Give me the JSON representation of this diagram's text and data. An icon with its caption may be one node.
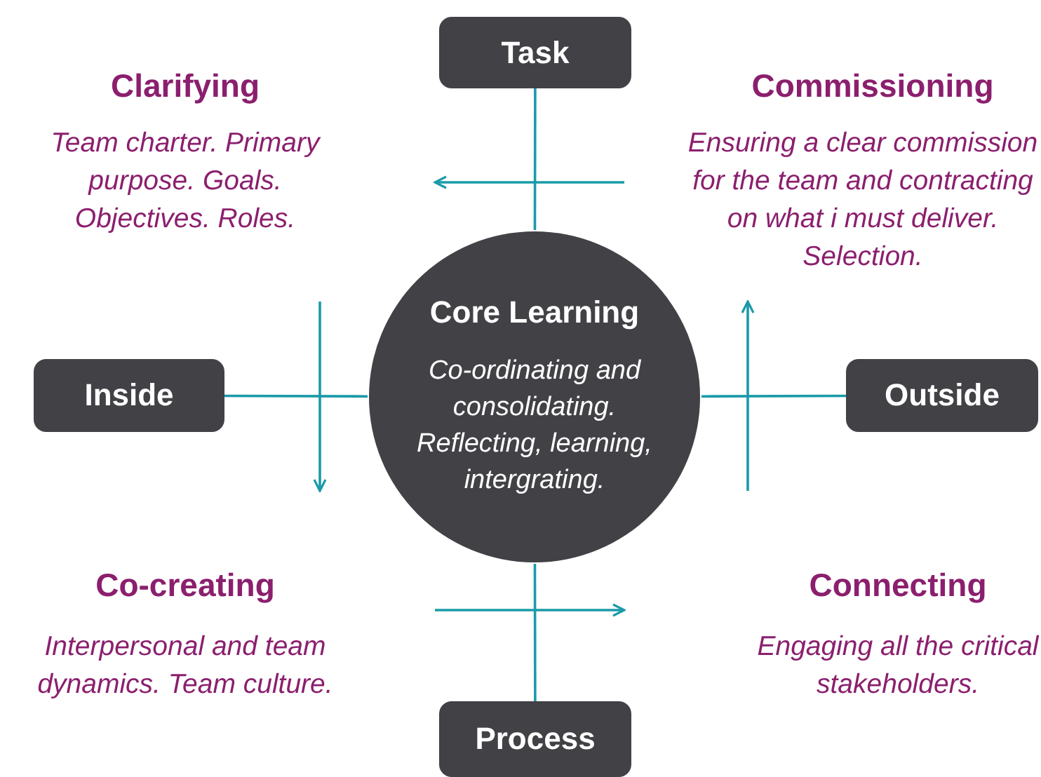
{
  "diagram": {
    "nodes": [
      {
        "text": [
          "Task"
        ]
      },
      {
        "text": [
          "Inside"
        ]
      },
      {
        "text": [
          "Core Learning",
          "Co-ordinating and consolidating. Reflecting, learning, intergrating."
        ]
      },
      {
        "text": [
          "Outside"
        ]
      },
      {
        "text": [
          "Process"
        ]
      }
    ],
    "edges": [
      {
        "from": 0,
        "to": 2,
        "arrow": "none"
      },
      {
        "from": 1,
        "to": 2,
        "arrow": "none"
      },
      {
        "from": 2,
        "to": 3,
        "arrow": "none"
      },
      {
        "from": 2,
        "to": 4,
        "arrow": "none"
      }
    ],
    "labels": [
      "Clarifying",
      "Team charter. Primary purpose. Goals. Objectives. Roles.",
      "Commissioning",
      "Ensuring a clear commission for the team and contracting on what i must deliver. Selection.",
      "Co-creating",
      "Interpersonal and team dynamics. Team culture.",
      "Connecting",
      "Engaging all the critical stakeholders."
    ]
  }
}
